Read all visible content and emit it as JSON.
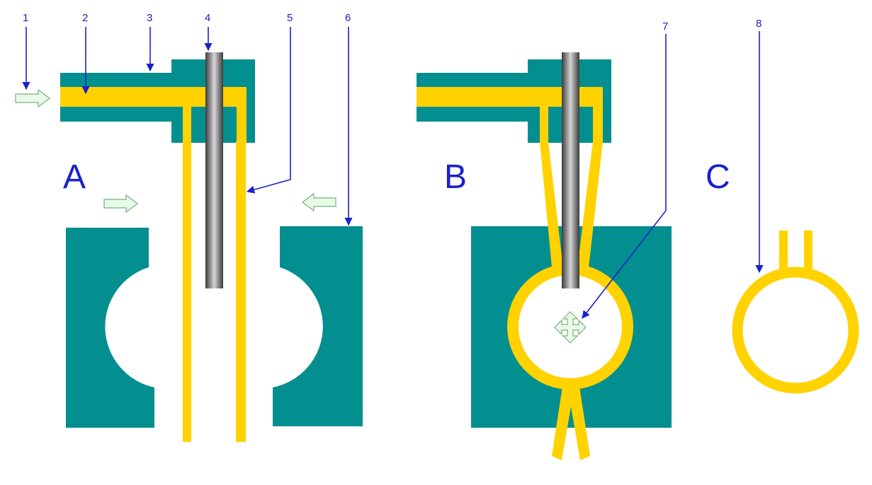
{
  "callouts": [
    "1",
    "2",
    "3",
    "4",
    "5",
    "6",
    "7",
    "8"
  ],
  "stages": [
    "A",
    "B",
    "C"
  ],
  "colors": {
    "mold": "#038f8f",
    "parison": "#ffd200",
    "pin_dark": "#3a3a3a",
    "pin_light": "#d6d6d6",
    "arrow_fill": "#e8fbe8",
    "arrow_stroke": "#7ab07a",
    "callout": "#1a22c8"
  },
  "icons": [
    "right-arrow-icon",
    "left-arrow-icon",
    "four-way-expand-icon"
  ]
}
